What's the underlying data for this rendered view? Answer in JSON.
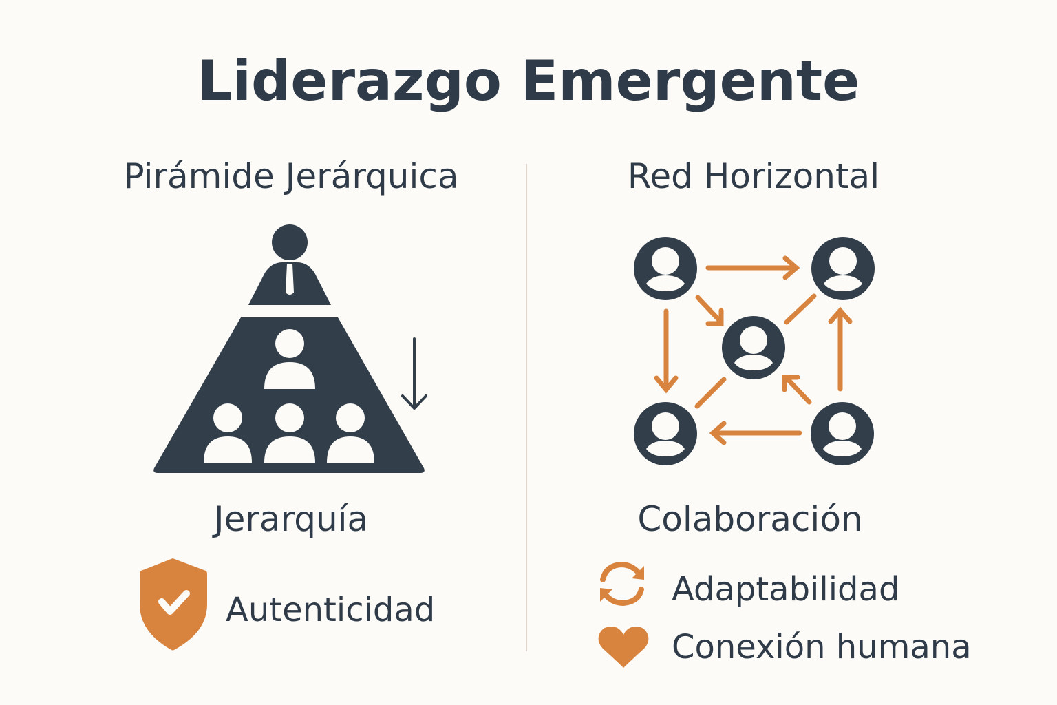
{
  "title": "Liderazgo Emergente",
  "colors": {
    "background": "#fcfbf8",
    "dark": "#323e4a",
    "accent": "#d8843f",
    "divider": "#ddd4cd"
  },
  "left_panel": {
    "heading": "Pirámide Jerárquica",
    "diagram": {
      "type": "pyramid",
      "top": "leader-with-tie",
      "rows": [
        1,
        3
      ],
      "side_arrow": "down"
    },
    "caption": "Jerarquía",
    "features": [
      {
        "icon": "shield-check-icon",
        "label": "Autenticidad"
      }
    ]
  },
  "right_panel": {
    "heading": "Red Horizontal",
    "diagram": {
      "type": "network",
      "nodes": [
        "top-left",
        "top-right",
        "center",
        "bottom-left",
        "bottom-right"
      ],
      "edges": [
        {
          "from": "top-left",
          "to": "top-right",
          "arrow": true
        },
        {
          "from": "top-left",
          "to": "bottom-left",
          "arrow": true
        },
        {
          "from": "top-left",
          "to": "center",
          "arrow": true
        },
        {
          "from": "bottom-right",
          "to": "top-right",
          "arrow": true
        },
        {
          "from": "bottom-right",
          "to": "bottom-left",
          "arrow": true
        },
        {
          "from": "bottom-right",
          "to": "center",
          "arrow": true
        },
        {
          "from": "center",
          "to": "top-right",
          "arrow": false
        },
        {
          "from": "center",
          "to": "bottom-left",
          "arrow": false
        }
      ]
    },
    "caption": "Colaboración",
    "features": [
      {
        "icon": "refresh-icon",
        "label": "Adaptabilidad"
      },
      {
        "icon": "heart-icon",
        "label": "Conexión humana"
      }
    ]
  }
}
